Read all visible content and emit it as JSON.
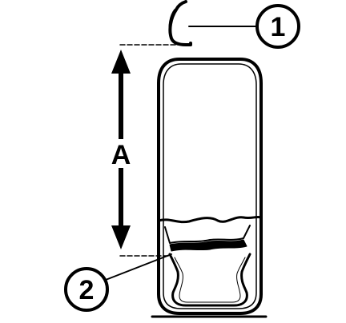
{
  "diagram": {
    "dimension_label": "A",
    "callouts": [
      {
        "number": "1"
      },
      {
        "number": "2"
      }
    ]
  }
}
